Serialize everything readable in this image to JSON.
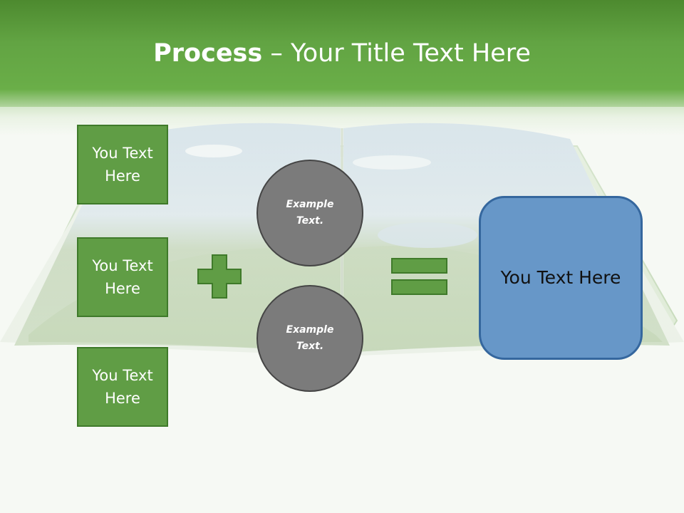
{
  "slide": {
    "title_bold": "Process",
    "title_rest": " – Your Title Text Here"
  },
  "left_boxes": [
    {
      "label": "You Text Here"
    },
    {
      "label": "You Text Here"
    },
    {
      "label": "You Text Here"
    }
  ],
  "circles": [
    {
      "label": "Example Text."
    },
    {
      "label": "Example Text."
    }
  ],
  "operators": {
    "plus_icon": "plus-icon",
    "equals_icon": "equals-icon"
  },
  "result_box": {
    "label": "You Text Here"
  },
  "colors": {
    "header_green": "#62a443",
    "box_green": "#609d45",
    "circle_gray": "#7b7b7b",
    "result_blue": "#6797c8"
  }
}
